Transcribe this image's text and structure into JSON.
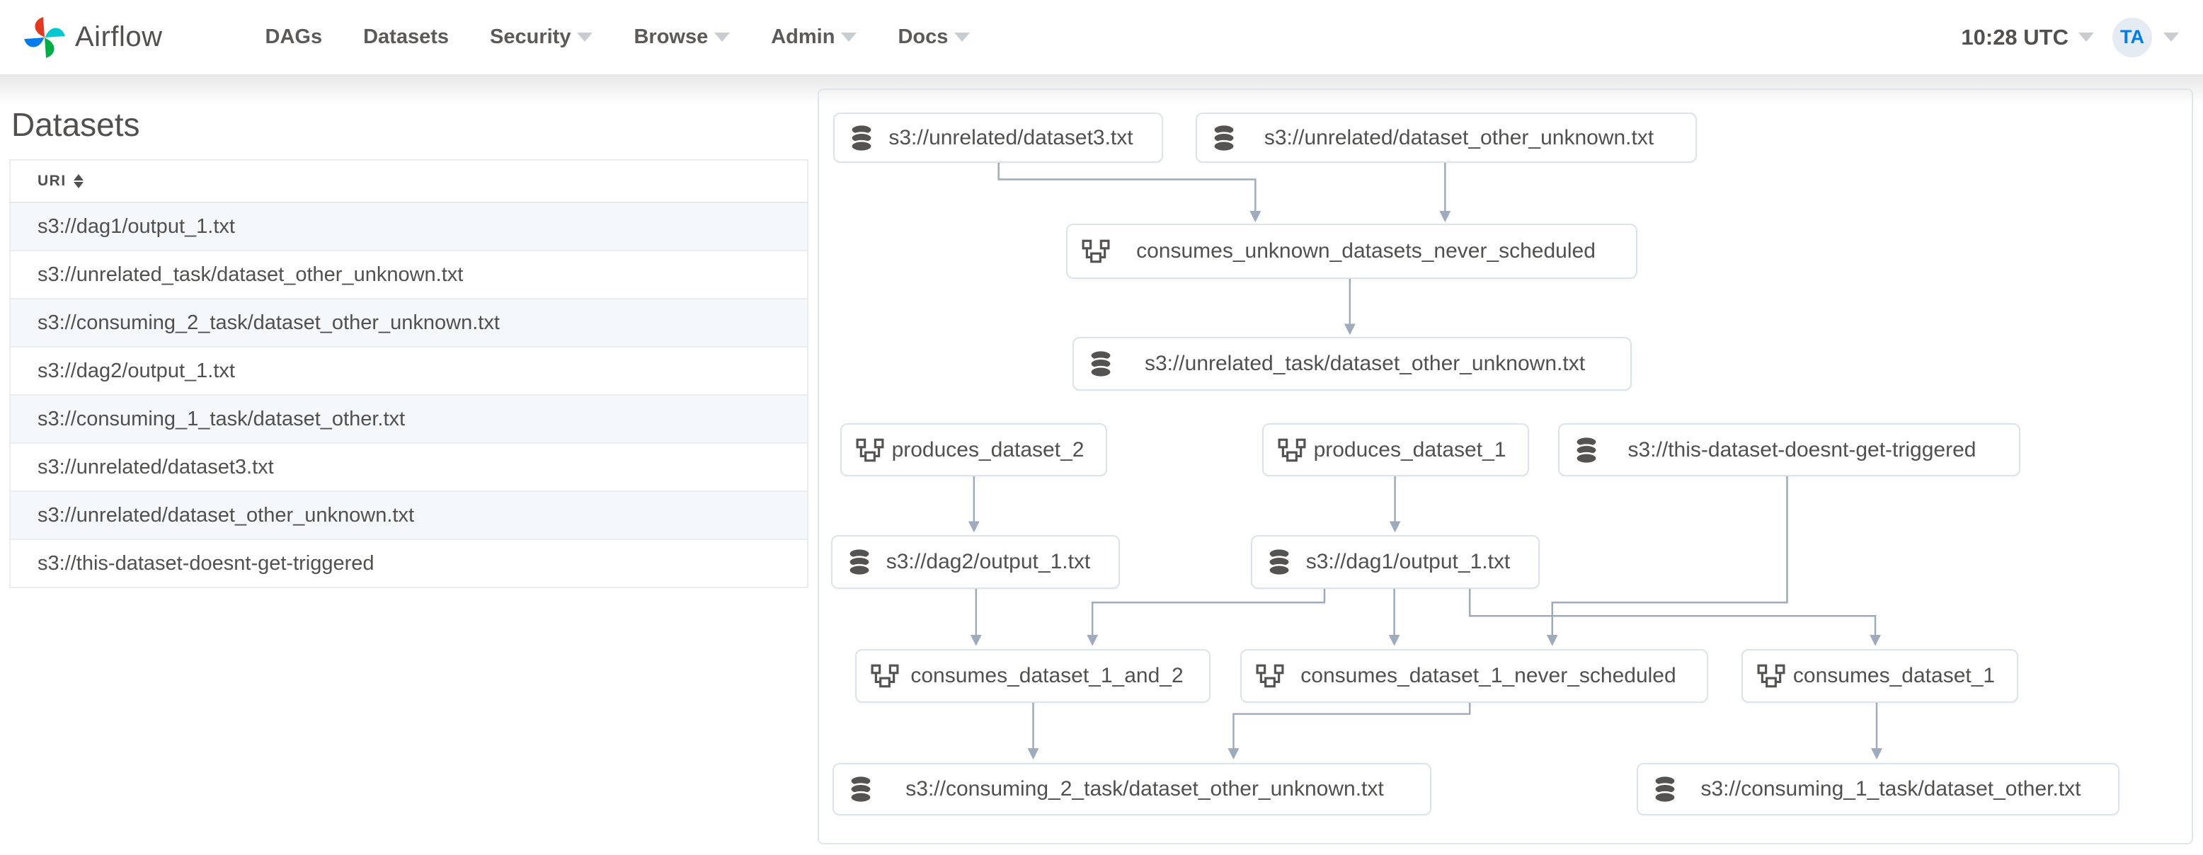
{
  "navbar": {
    "brand": "Airflow",
    "items": [
      {
        "label": "DAGs",
        "caret": false
      },
      {
        "label": "Datasets",
        "caret": false
      },
      {
        "label": "Security",
        "caret": true
      },
      {
        "label": "Browse",
        "caret": true
      },
      {
        "label": "Admin",
        "caret": true
      },
      {
        "label": "Docs",
        "caret": true
      }
    ],
    "clock": "10:28 UTC",
    "avatar": "TA"
  },
  "datasets_panel": {
    "title": "Datasets",
    "table": {
      "column": "URI",
      "rows": [
        "s3://dag1/output_1.txt",
        "s3://unrelated_task/dataset_other_unknown.txt",
        "s3://consuming_2_task/dataset_other_unknown.txt",
        "s3://dag2/output_1.txt",
        "s3://consuming_1_task/dataset_other.txt",
        "s3://unrelated/dataset3.txt",
        "s3://unrelated/dataset_other_unknown.txt",
        "s3://this-dataset-doesnt-get-triggered"
      ]
    }
  },
  "graph": {
    "nodes": [
      {
        "type": "dataset",
        "label": "s3://unrelated/dataset3.txt"
      },
      {
        "type": "dataset",
        "label": "s3://unrelated/dataset_other_unknown.txt"
      },
      {
        "type": "dag",
        "label": "consumes_unknown_datasets_never_scheduled"
      },
      {
        "type": "dataset",
        "label": "s3://unrelated_task/dataset_other_unknown.txt"
      },
      {
        "type": "dag",
        "label": "produces_dataset_2"
      },
      {
        "type": "dag",
        "label": "produces_dataset_1"
      },
      {
        "type": "dataset",
        "label": "s3://this-dataset-doesnt-get-triggered"
      },
      {
        "type": "dataset",
        "label": "s3://dag2/output_1.txt"
      },
      {
        "type": "dataset",
        "label": "s3://dag1/output_1.txt"
      },
      {
        "type": "dag",
        "label": "consumes_dataset_1_and_2"
      },
      {
        "type": "dag",
        "label": "consumes_dataset_1_never_scheduled"
      },
      {
        "type": "dag",
        "label": "consumes_dataset_1"
      },
      {
        "type": "dataset",
        "label": "s3://consuming_2_task/dataset_other_unknown.txt"
      },
      {
        "type": "dataset",
        "label": "s3://consuming_1_task/dataset_other.txt"
      }
    ],
    "edges": [
      {
        "from": "s3://unrelated/dataset3.txt",
        "to": "consumes_unknown_datasets_never_scheduled"
      },
      {
        "from": "s3://unrelated/dataset_other_unknown.txt",
        "to": "consumes_unknown_datasets_never_scheduled"
      },
      {
        "from": "consumes_unknown_datasets_never_scheduled",
        "to": "s3://unrelated_task/dataset_other_unknown.txt"
      },
      {
        "from": "produces_dataset_2",
        "to": "s3://dag2/output_1.txt"
      },
      {
        "from": "produces_dataset_1",
        "to": "s3://dag1/output_1.txt"
      },
      {
        "from": "s3://this-dataset-doesnt-get-triggered",
        "to": "consumes_dataset_1_never_scheduled"
      },
      {
        "from": "s3://dag2/output_1.txt",
        "to": "consumes_dataset_1_and_2"
      },
      {
        "from": "s3://dag1/output_1.txt",
        "to": "consumes_dataset_1_and_2"
      },
      {
        "from": "s3://dag1/output_1.txt",
        "to": "consumes_dataset_1_never_scheduled"
      },
      {
        "from": "s3://dag1/output_1.txt",
        "to": "consumes_dataset_1"
      },
      {
        "from": "consumes_dataset_1_and_2",
        "to": "s3://consuming_2_task/dataset_other_unknown.txt"
      },
      {
        "from": "consumes_dataset_1_never_scheduled",
        "to": "s3://consuming_2_task/dataset_other_unknown.txt"
      },
      {
        "from": "consumes_dataset_1",
        "to": "s3://consuming_1_task/dataset_other.txt"
      }
    ],
    "colors": {
      "edge": "#9dabbc",
      "node_border": "#dde3ea",
      "text": "#51504f",
      "accent_blue": "#017cee"
    }
  }
}
